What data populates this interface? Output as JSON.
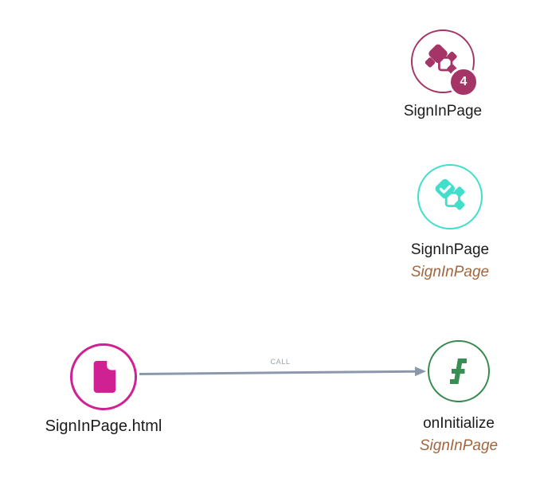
{
  "diagram": {
    "background": "#ffffff",
    "nodes": [
      {
        "id": "class-signinpage-top",
        "type": "class",
        "icon": "class-icon",
        "label": "SignInPage",
        "badge": "4",
        "accent": "#a43566"
      },
      {
        "id": "class-signinpage",
        "type": "class",
        "icon": "class-checked-icon",
        "label": "SignInPage",
        "sublabel": "SignInPage",
        "accent": "#3fdfcc"
      },
      {
        "id": "file-signinpage-html",
        "type": "file",
        "icon": "file-icon",
        "label": "SignInPage.html",
        "accent": "#d02192"
      },
      {
        "id": "function-oninitialize",
        "type": "function",
        "icon": "function-icon",
        "label": "onInitialize",
        "sublabel": "SignInPage",
        "accent": "#398e53"
      }
    ],
    "edges": [
      {
        "label": "CALL",
        "from": "file-signinpage-html",
        "to": "function-oninitialize",
        "color": "#8a98ac"
      }
    ],
    "colors": {
      "node_label": "#1b1b1b",
      "node_sublabel": "#a2663e",
      "edge": "#8a98ac",
      "edge_label": "#98a2ae",
      "badge_background": "#a43566",
      "badge_text": "#ffffff"
    }
  }
}
